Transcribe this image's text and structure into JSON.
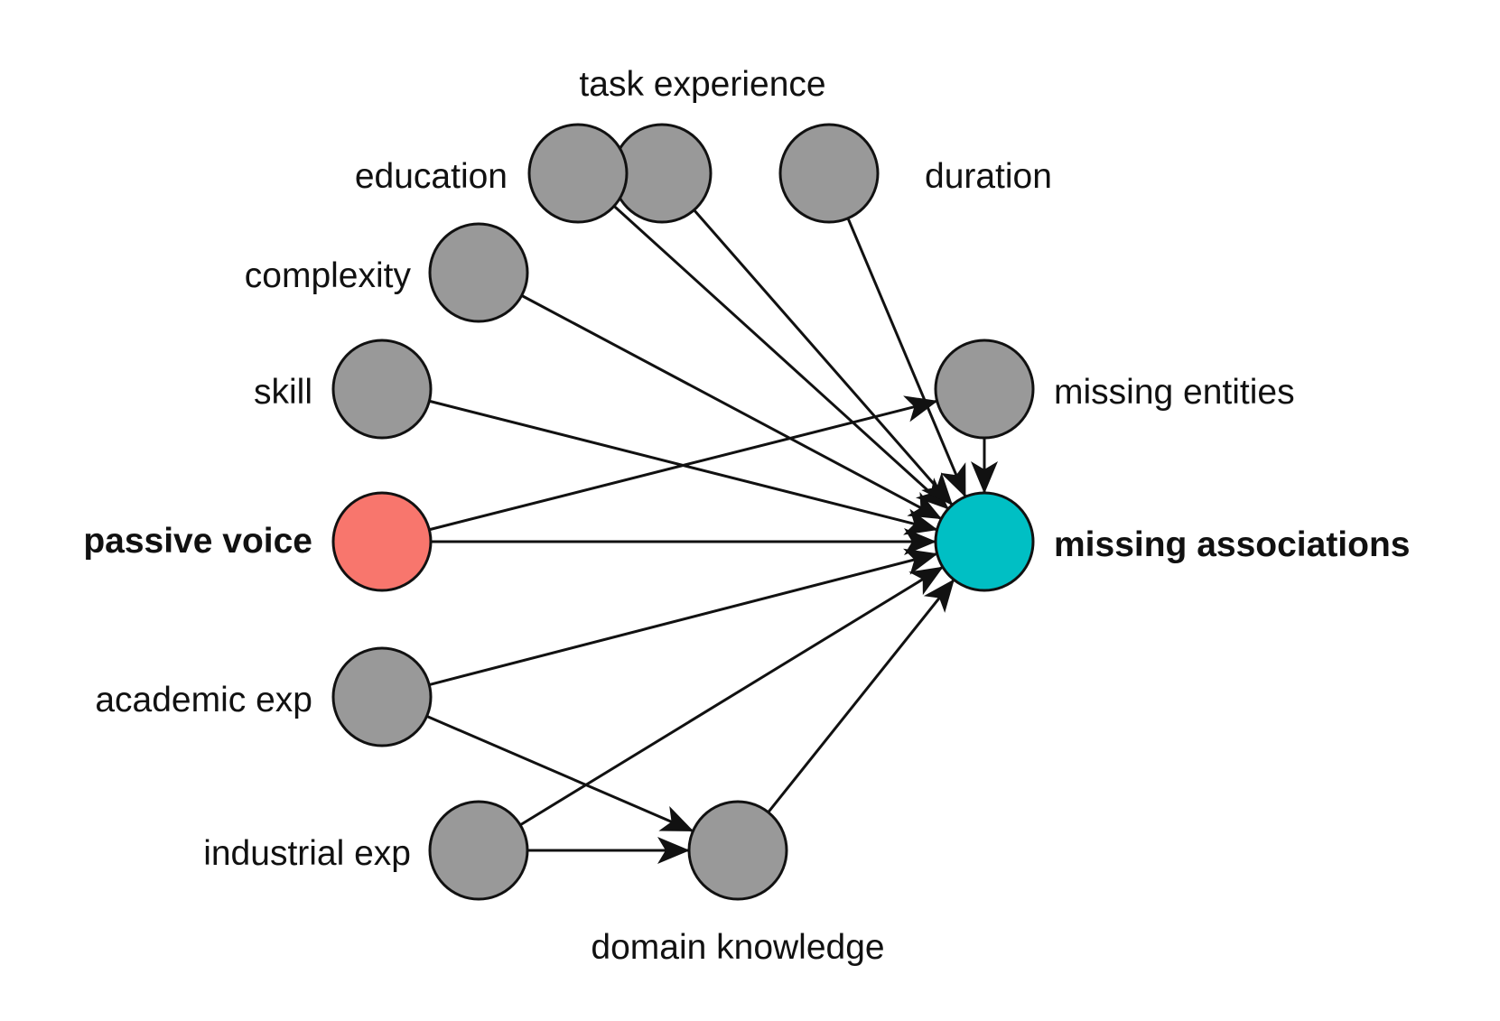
{
  "diagram": {
    "nodes": {
      "task_experience": {
        "label": "task experience",
        "color": "#999999"
      },
      "education": {
        "label": "education",
        "color": "#999999"
      },
      "duration": {
        "label": "duration",
        "color": "#999999"
      },
      "complexity": {
        "label": "complexity",
        "color": "#999999"
      },
      "skill": {
        "label": "skill",
        "color": "#999999"
      },
      "passive_voice": {
        "label": "passive voice",
        "color": "#F8766D",
        "bold": true
      },
      "academic_exp": {
        "label": "academic exp",
        "color": "#999999"
      },
      "industrial_exp": {
        "label": "industrial exp",
        "color": "#999999"
      },
      "domain_knowledge": {
        "label": "domain knowledge",
        "color": "#999999"
      },
      "missing_entities": {
        "label": "missing entities",
        "color": "#999999"
      },
      "missing_associations": {
        "label": "missing associations",
        "color": "#00BFC4",
        "bold": true
      }
    },
    "edges": [
      {
        "from": "education",
        "to": "missing_associations"
      },
      {
        "from": "task_experience",
        "to": "missing_associations"
      },
      {
        "from": "duration",
        "to": "missing_associations"
      },
      {
        "from": "complexity",
        "to": "missing_associations"
      },
      {
        "from": "skill",
        "to": "missing_associations"
      },
      {
        "from": "passive_voice",
        "to": "missing_entities"
      },
      {
        "from": "passive_voice",
        "to": "missing_associations"
      },
      {
        "from": "academic_exp",
        "to": "missing_associations"
      },
      {
        "from": "academic_exp",
        "to": "domain_knowledge"
      },
      {
        "from": "industrial_exp",
        "to": "missing_associations"
      },
      {
        "from": "industrial_exp",
        "to": "domain_knowledge"
      },
      {
        "from": "domain_knowledge",
        "to": "missing_associations"
      },
      {
        "from": "missing_entities",
        "to": "missing_associations"
      }
    ]
  }
}
